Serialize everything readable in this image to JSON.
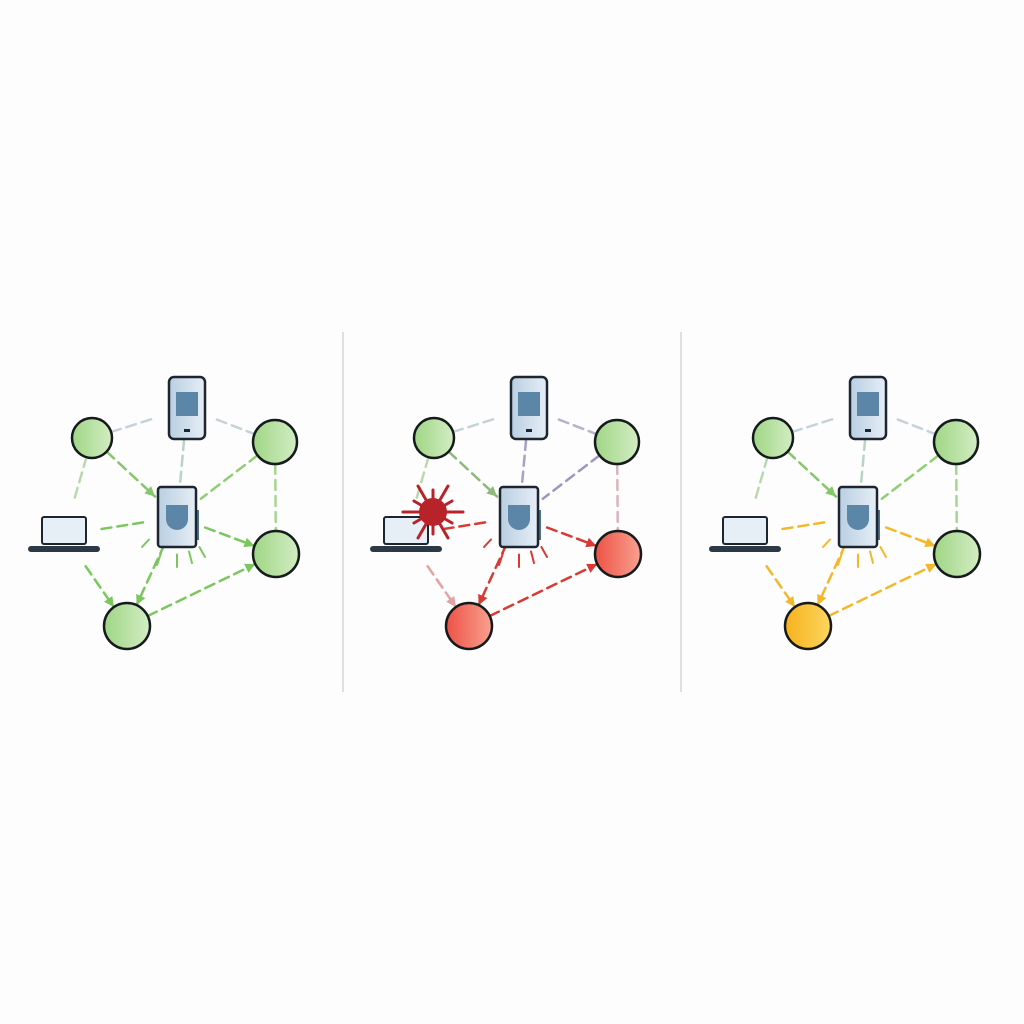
{
  "colors": {
    "healthy": "#a8d98e",
    "infected": "#f0675a",
    "warning": "#f9c22e",
    "threat": "#b8232a",
    "device_frame": "#1c2530",
    "device_screen": "#5c86a8",
    "divider": "#bdbdbd"
  },
  "panels": [
    {
      "state": "normal",
      "edge_color": "#7cc65e",
      "nodes": {
        "tl": "healthy",
        "tr": "healthy",
        "r": "healthy",
        "b": "healthy"
      },
      "threat": false
    },
    {
      "state": "infected",
      "edge_color": "#d83a33",
      "nodes": {
        "tl": "healthy",
        "tr": "healthy",
        "r": "infected",
        "b": "infected"
      },
      "threat": true
    },
    {
      "state": "warning",
      "edge_color": "#f3b82a",
      "nodes": {
        "tl": "healthy",
        "tr": "healthy",
        "r": "healthy",
        "b": "warning"
      },
      "threat": false
    }
  ]
}
